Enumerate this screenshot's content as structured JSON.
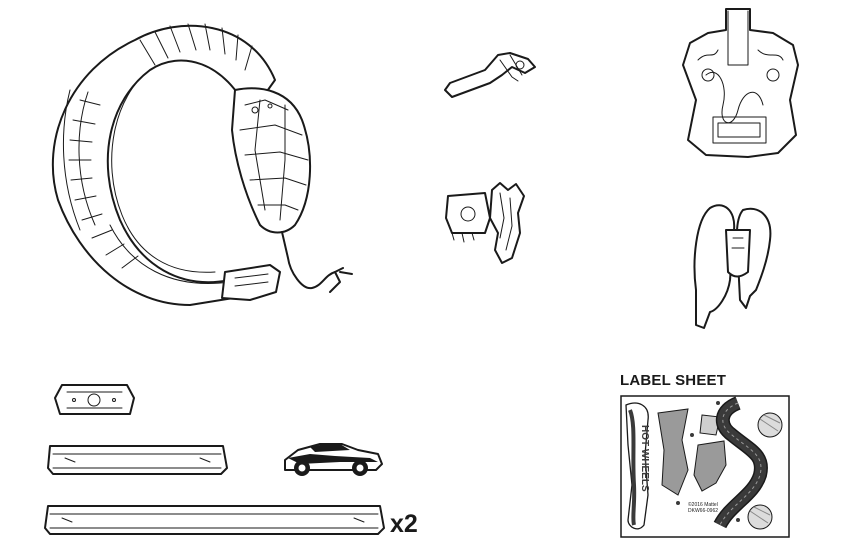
{
  "label_sheet": {
    "title": "LABEL SHEET"
  },
  "track_quantity": "x2",
  "sticker_copyright": {
    "line1": "©2016 Mattel",
    "line2": "DKW66-0962"
  },
  "sticker_logo_text": "HOT WHEELS",
  "colors": {
    "line": "#1a1a1a",
    "sticker_gray": "#9a9a9a",
    "sticker_dark": "#3a3a3a"
  }
}
